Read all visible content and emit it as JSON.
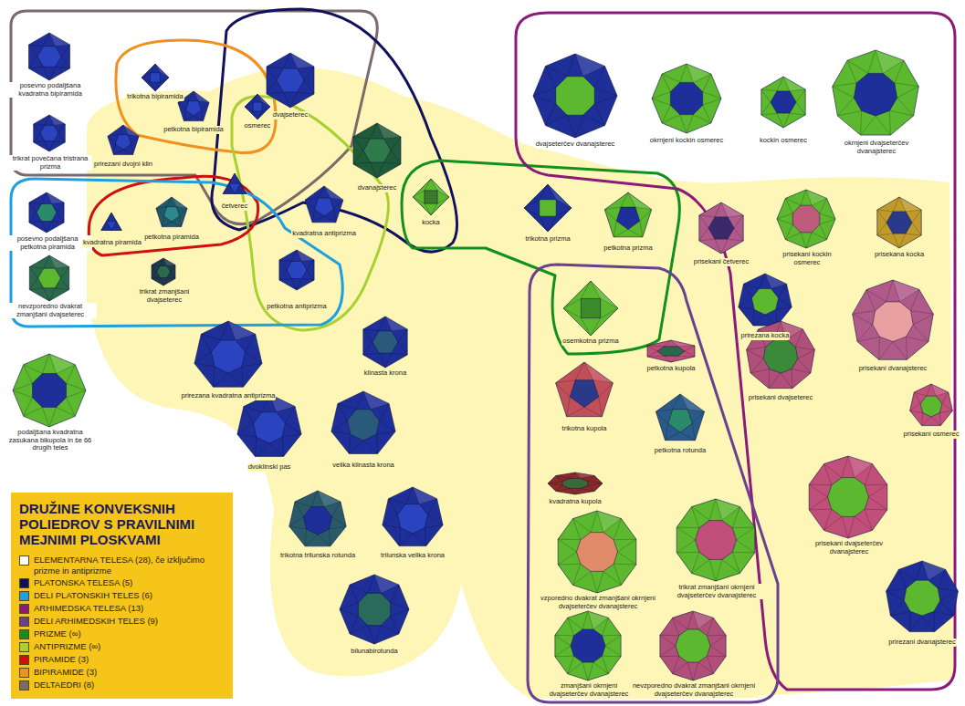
{
  "diagram": {
    "title": "DRUŽINE KONVEKSNIH POLIEDROV S PRAVILNIMI MEJNIMI PLOSKVAMI",
    "nodes": [
      {
        "text": [
          "posevno podaljšana kvadratna bipiramida"
        ]
      },
      {
        "text": [
          "trikotna bipiramida"
        ]
      },
      {
        "text": [
          "dvajseterec"
        ]
      },
      {
        "text": [
          "trikrat povečana tristrana prizma"
        ]
      },
      {
        "text": [
          "petkotna bipiramida"
        ]
      },
      {
        "text": [
          "osmerec"
        ]
      },
      {
        "text": [
          "prirezani dvojni klin"
        ]
      },
      {
        "text": [
          "dvanajsterec"
        ]
      },
      {
        "text": [
          "dvajseterčev dvanajsterec"
        ]
      },
      {
        "text": [
          "okrnjeni kockin osmerec"
        ]
      },
      {
        "text": [
          "kockin osmerec"
        ]
      },
      {
        "text": [
          "okrnjeni dvajseterčev dvanajsterec"
        ]
      },
      {
        "text": [
          "četverec"
        ]
      },
      {
        "text": [
          "kocka"
        ]
      },
      {
        "text": [
          "trikotna prizma"
        ]
      },
      {
        "text": [
          "petkotna prizma"
        ]
      },
      {
        "text": [
          "posevno podaljšana petkotna piramida"
        ]
      },
      {
        "text": [
          "kvadratna piramida"
        ]
      },
      {
        "text": [
          "petkotna piramida"
        ]
      },
      {
        "text": [
          "kvadratna antiprizma"
        ]
      },
      {
        "text": [
          "trikrat zmanjšani dvajseterec"
        ]
      },
      {
        "text": [
          "nevzporedno dvakrat zmanjšani dvajseterec"
        ]
      },
      {
        "text": [
          "petkotna antiprizma"
        ]
      },
      {
        "text": [
          "osemkotna prizma"
        ]
      },
      {
        "text": [
          "prisekani četverec"
        ]
      },
      {
        "text": [
          "prisekani kockin osmerec"
        ]
      },
      {
        "text": [
          "prisekana kocka"
        ]
      },
      {
        "text": [
          "prirezana kocka"
        ]
      },
      {
        "text": [
          "prisekani dvanajsterec"
        ]
      },
      {
        "text": [
          "podaljšana kvadratna zasukana bikupola in še 66 drugih teles"
        ]
      },
      {
        "text": [
          "prirezana kvadratna antiprizma"
        ]
      },
      {
        "text": [
          "klinasta krona"
        ]
      },
      {
        "text": [
          "trikotna kupola"
        ]
      },
      {
        "text": [
          "petkotna kupola"
        ]
      },
      {
        "text": [
          "petkotna rotunda"
        ]
      },
      {
        "text": [
          "prisekani dvajseterec"
        ]
      },
      {
        "text": [
          "prisekani osmerec"
        ]
      },
      {
        "text": [
          "kvadratna kupola"
        ]
      },
      {
        "text": [
          "dvoklinski pas"
        ]
      },
      {
        "text": [
          "velika klinasta krona"
        ]
      },
      {
        "text": [
          "trikotna trilunska rotunda"
        ]
      },
      {
        "text": [
          "trilunska velika krona"
        ]
      },
      {
        "text": [
          "vzporedno dvakrat zmanjšani okrnjeni dvajseterčev dvanajsterec"
        ]
      },
      {
        "text": [
          "trikrat zmanjšani okrnjeni dvajseterčev dvanajsterec"
        ]
      },
      {
        "text": [
          "prisekani dvajseterčev dvanajsterec"
        ]
      },
      {
        "text": [
          "prirezani dvanajsterec"
        ]
      },
      {
        "text": [
          "bilunabirotunda"
        ]
      },
      {
        "text": [
          "zmanjšani okrnjeni dvajseterčev dvanajsterec"
        ]
      },
      {
        "text": [
          "nevzporedno dvakrat zmanjšani okrnjeni dvajseterčev dvanajsterec"
        ]
      }
    ],
    "legend": [
      {
        "text": "ELEMENTARNA TELESA (28), če izključimo prizme in antiprizme",
        "color": "#ffffff"
      },
      {
        "text": "PLATONSKA TELESA (5)",
        "color": "#10105e"
      },
      {
        "text": "DELI PLATONSKIH TELES (6)",
        "color": "#1ea0e0"
      },
      {
        "text": "ARHIMEDSKA TELESA (13)",
        "color": "#8c1a7a"
      },
      {
        "text": "DELI ARHIMEDSKIH TELES (9)",
        "color": "#6a4090"
      },
      {
        "text": "PRIZME (∞)",
        "color": "#12901c"
      },
      {
        "text": "ANTIPRIZME (∞)",
        "color": "#a8d030"
      },
      {
        "text": "PIRAMIDE (3)",
        "color": "#d01010"
      },
      {
        "text": "BIPIRAMIDE (3)",
        "color": "#f09020"
      },
      {
        "text": "DELTAEDRI (8)",
        "color": "#7a6a6a"
      }
    ]
  }
}
